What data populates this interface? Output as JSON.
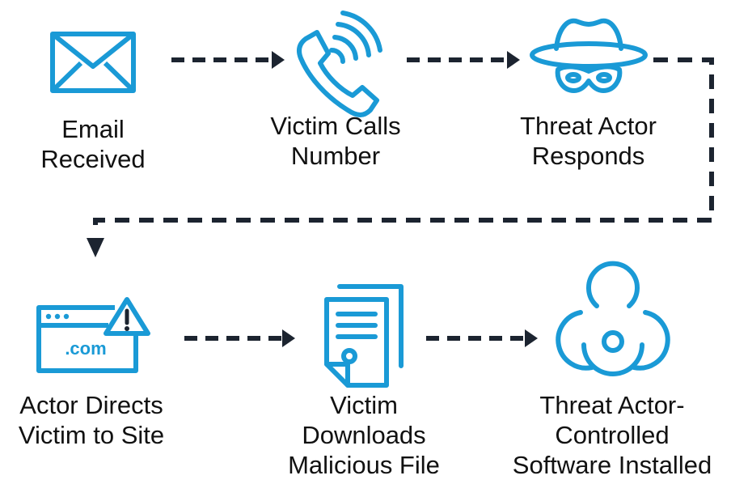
{
  "colors": {
    "icon": "#1a9ad6",
    "connector": "#1c2430",
    "text": "#111111",
    "background": "#ffffff"
  },
  "steps": [
    {
      "icon": "envelope-icon",
      "lines": [
        "Email",
        "Received"
      ]
    },
    {
      "icon": "phone-ringing-icon",
      "lines": [
        "Victim Calls",
        "Number"
      ]
    },
    {
      "icon": "threat-actor-spy-icon",
      "lines": [
        "Threat Actor",
        "Responds"
      ]
    },
    {
      "icon": "browser-warning-icon",
      "browser_text": ".com",
      "lines": [
        "Actor Directs",
        "Victim to Site"
      ]
    },
    {
      "icon": "documents-icon",
      "lines": [
        "Victim",
        "Downloads",
        "Malicious File"
      ]
    },
    {
      "icon": "biohazard-icon",
      "lines": [
        "Threat Actor-",
        "Controlled",
        "Software Installed"
      ]
    }
  ]
}
